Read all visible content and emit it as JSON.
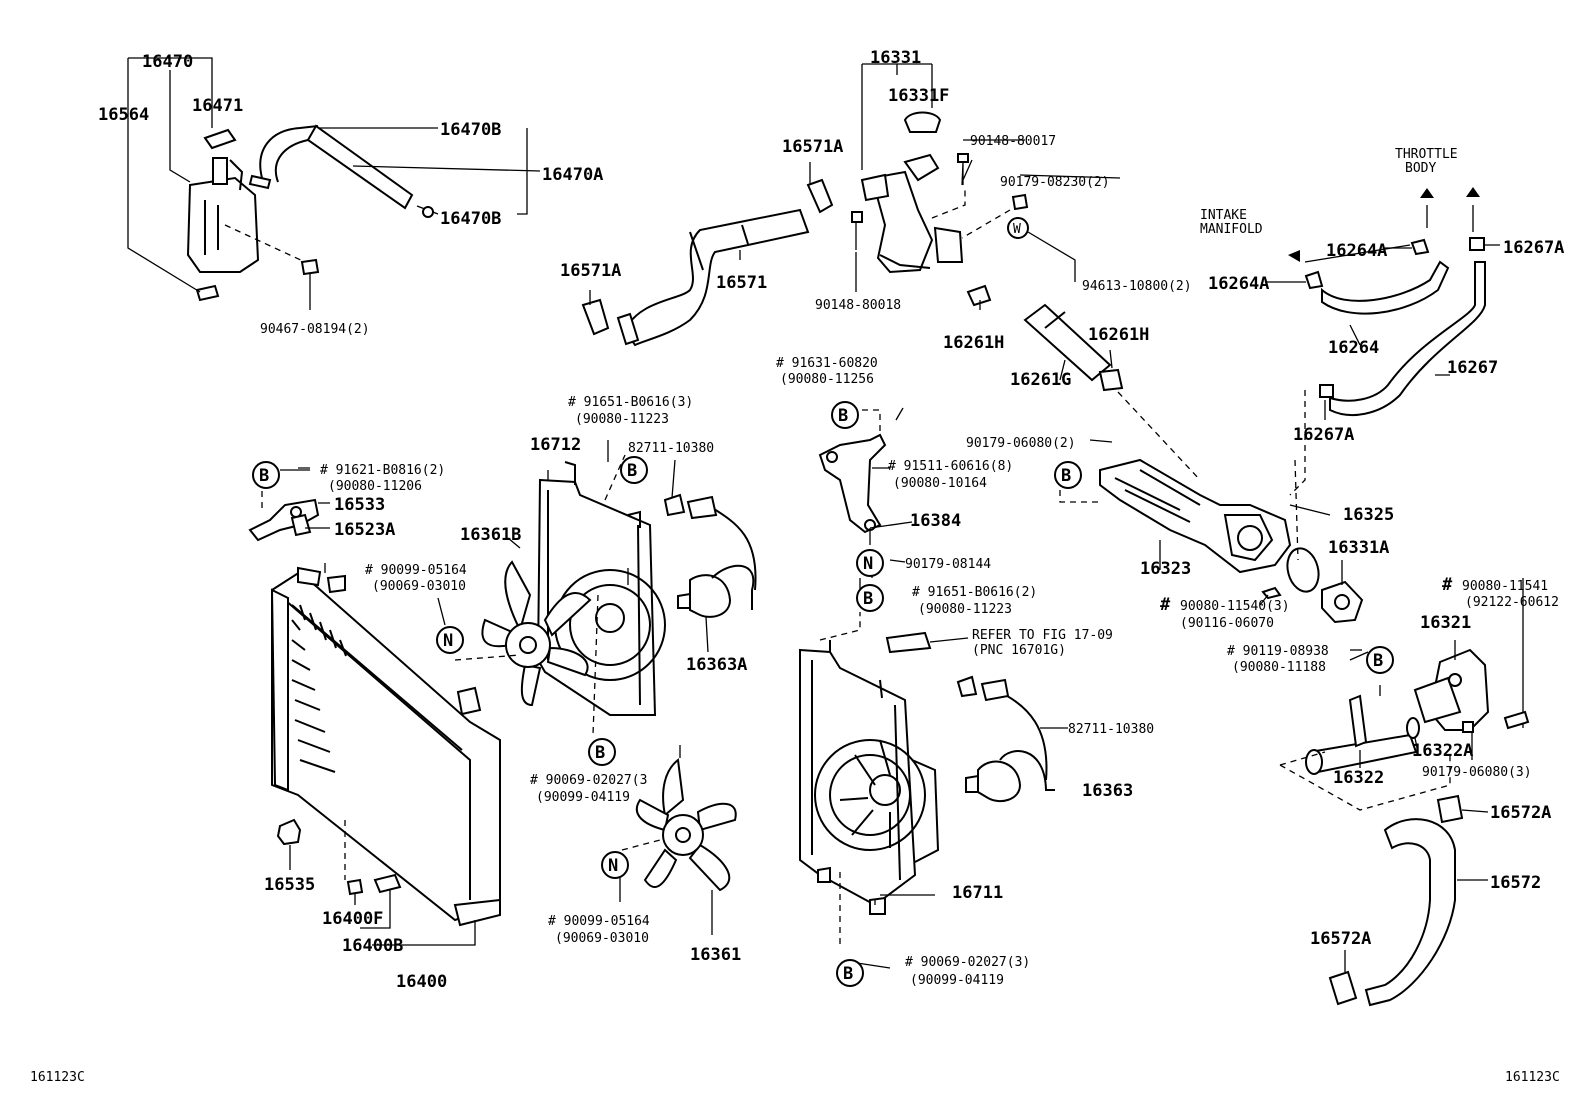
{
  "labels": {
    "l16470": "16470",
    "l16471": "16471",
    "l16564": "16564",
    "l16470B_a": "16470B",
    "l16470A": "16470A",
    "l16470B_b": "16470B",
    "l90467": "90467-08194(2)",
    "l16331": "16331",
    "l16331F": "16331F",
    "l90148_80017": "90148-80017",
    "l90179_08230": "90179-08230(2)",
    "l94613": "94613-10800(2)",
    "l90148_80018": "90148-80018",
    "l16571A_a": "16571A",
    "l16571A_b": "16571A",
    "l16571": "16571",
    "l16261H_a": "16261H",
    "l16261H_b": "16261H",
    "l16261G": "16261G",
    "l_throttle1": "THROTTLE",
    "l_throttle2": "BODY",
    "l_intake1": "INTAKE",
    "l_intake2": "MANIFOLD",
    "l16264A_a": "16264A",
    "l16264A_b": "16264A",
    "l16267A_a": "16267A",
    "l16264": "16264",
    "l16267": "16267",
    "l16267A_b": "16267A",
    "l91631": "# 91631-60820",
    "l90080_11256": "(90080-11256",
    "l91651_a1": "# 91651-B0616(3)",
    "l91651_a2": "(90080-11223",
    "l16712": "16712",
    "l82711_a": "82711-10380",
    "l91621_1": "# 91621-B0816(2)",
    "l91621_2": "(90080-11206",
    "l16533": "16533",
    "l16523A": "16523A",
    "l16361B": "16361B",
    "l90099_a1": "# 90099-05164",
    "l90099_a2": "(90069-03010",
    "l16363A": "16363A",
    "l90179_06080_a": "90179-06080(2)",
    "l91511_1": "# 91511-60616(8)",
    "l91511_2": "(90080-10164",
    "l16384": "16384",
    "l90179_08144": "90179-08144",
    "l91651_b1": "# 91651-B0616(2)",
    "l91651_b2": "(90080-11223",
    "l_refer1": "REFER TO FIG 17-09",
    "l_refer2": "(PNC 16701G)",
    "l82711_b": "82711-10380",
    "l16363": "16363",
    "l16323": "16323",
    "l16325": "16325",
    "l16331A": "16331A",
    "l90080_11540": "90080-11540(3)",
    "l90116": "(90116-06070",
    "l90080_11541": "90080-11541",
    "l92122": "(92122-60612",
    "l16321": "16321",
    "l90119_1": "# 90119-08938",
    "l90119_2": "(90080-11188",
    "l16322A": "16322A",
    "l16322": "16322",
    "l90179_06080_b": "90179-06080(3)",
    "l16572A_a": "16572A",
    "l16572": "16572",
    "l16572A_b": "16572A",
    "l90069_a1": "# 90069-02027(3",
    "l90069_a2": "(90099-04119",
    "l90099_b1": "# 90099-05164",
    "l90099_b2": "(90069-03010",
    "l16361": "16361",
    "l16535": "16535",
    "l16400F": "16400F",
    "l16400B": "16400B",
    "l16400": "16400",
    "l16711": "16711",
    "l90069_b1": "# 90069-02027(3)",
    "l90099_c2": "(90099-04119",
    "code_left": "161123C",
    "code_right": "161123C",
    "hash_mark": "#",
    "circle_B": "B",
    "circle_N": "N",
    "circle_W": "W"
  }
}
